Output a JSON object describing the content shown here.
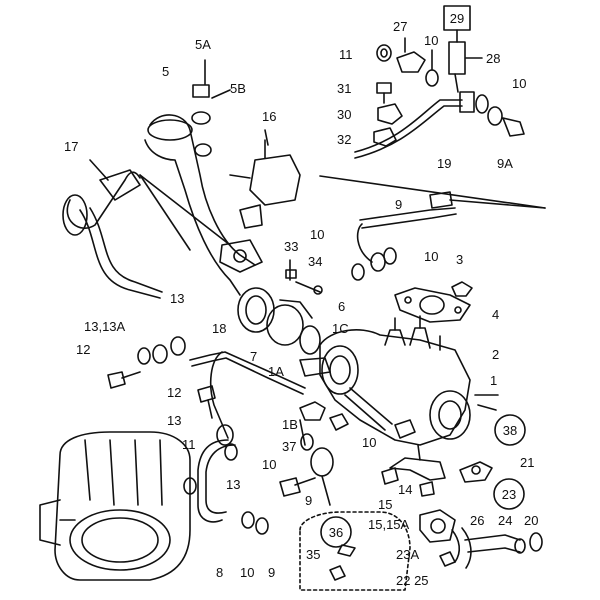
{
  "labels": {
    "l29": "29",
    "l27": "27",
    "l28": "28",
    "l11a": "11",
    "l10a": "10",
    "l10b": "10",
    "l31": "31",
    "l30": "30",
    "l32": "32",
    "l19": "19",
    "l9a": "9A",
    "l5a": "5A",
    "l5": "5",
    "l5b": "5B",
    "l16": "16",
    "l17": "17",
    "l9b": "9",
    "l10c": "10",
    "l10d": "10",
    "l33": "33",
    "l34": "34",
    "l3": "3",
    "l4": "4",
    "l13a": "13",
    "l6": "6",
    "l1c": "1C",
    "l2": "2",
    "l13_13a": "13,13A",
    "l18": "18",
    "l12a": "12",
    "l7": "7",
    "l1a": "1A",
    "l1": "1",
    "l12b": "12",
    "l13b": "13",
    "l38": "38",
    "l1b": "1B",
    "l37": "37",
    "l10e": "10",
    "l11b": "11",
    "l10f": "10",
    "l13c": "13",
    "l21": "21",
    "l14": "14",
    "l15": "15",
    "l9c": "9",
    "l23": "23",
    "l15_15a": "15,15A",
    "l26": "26",
    "l24": "24",
    "l20": "20",
    "l36": "36",
    "l23a": "23A",
    "l22_25": "22 25",
    "l35": "35",
    "l8": "8",
    "l10g": "10",
    "l9d": "9"
  }
}
